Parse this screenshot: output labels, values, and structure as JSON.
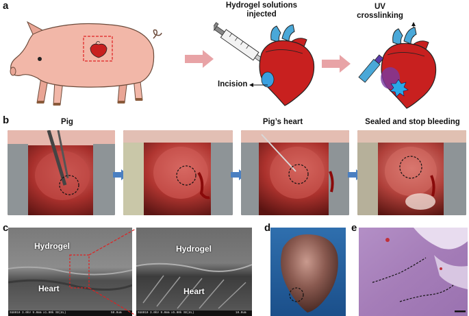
{
  "panels": {
    "a": {
      "letter": "a",
      "label_injected": "Hydrogel solutions\ninjected",
      "label_uv": "UV\ncrosslinking",
      "label_incision": "Incision"
    },
    "b": {
      "letter": "b",
      "label_pig": "Pig",
      "label_heart": "Pig’s heart",
      "label_sealed": "Sealed and stop bleeding"
    },
    "c": {
      "letter": "c",
      "left_hydrogel": "Hydrogel",
      "left_heart": "Heart",
      "right_hydrogel": "Hydrogel",
      "right_heart": "Heart",
      "left_info": "SU8010 3.0kV 9.0mm x1.00k SE(UL)",
      "left_scale": "50.0um",
      "right_info": "SU8010 3.0kV 9.0mm x5.00k SE(UL)",
      "right_scale": "10.0um"
    },
    "d": {
      "letter": "d"
    },
    "e": {
      "letter": "e"
    }
  },
  "colors": {
    "arrow_pink": "#e8a3a6",
    "arrow_blue": "#4a7fc1",
    "heart_red": "#c8201f",
    "vessel_blue": "#4aa8d8",
    "pig_pink": "#f2b7a8",
    "dashed_red": "#e02020"
  }
}
